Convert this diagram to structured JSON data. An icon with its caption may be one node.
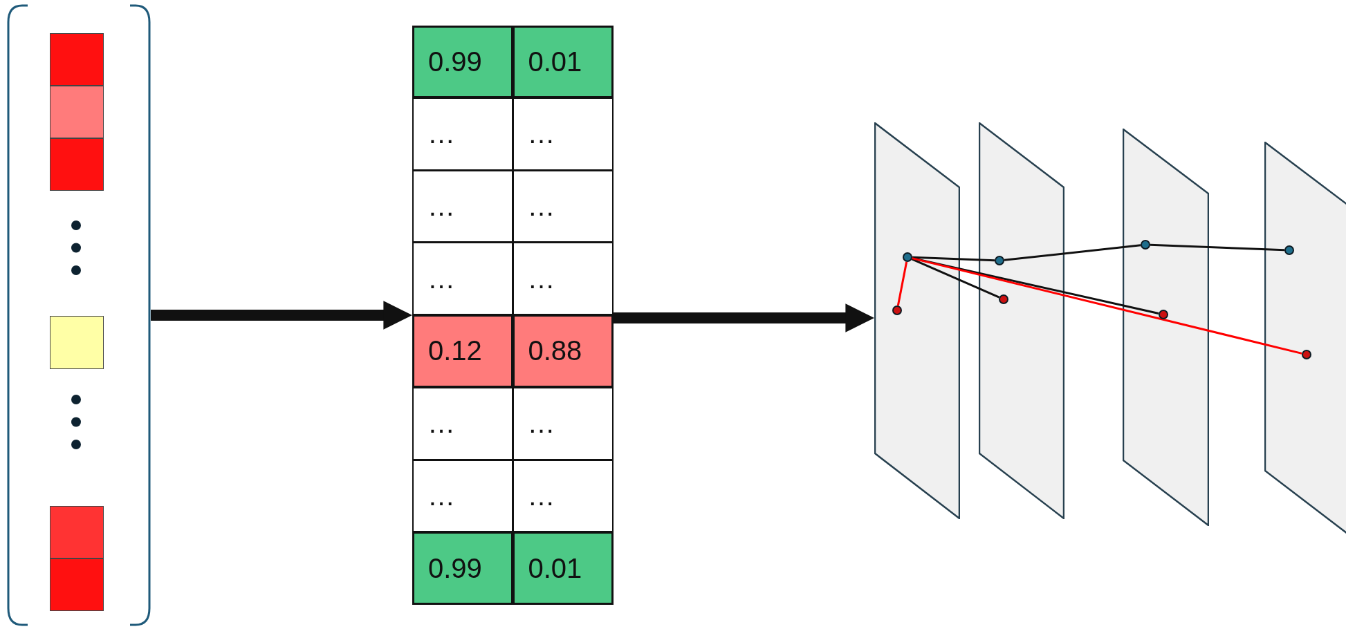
{
  "diagram": {
    "nodes": [
      {
        "text": [],
        "shape": "bar"
      },
      {
        "text": [],
        "shape": "box",
        "in": 0
      },
      {
        "text": [],
        "shape": "box",
        "in": 0
      },
      {
        "text": [],
        "shape": "box",
        "in": 0
      },
      {
        "text": [],
        "shape": "box",
        "in": 0
      },
      {
        "text": [],
        "shape": "box",
        "in": 0
      },
      {
        "text": [],
        "shape": "box",
        "in": 0
      },
      {
        "text": [],
        "shape": "table"
      },
      {
        "text": [],
        "shape": "parallelogram"
      },
      {
        "text": [],
        "shape": "parallelogram"
      },
      {
        "text": [],
        "shape": "parallelogram"
      },
      {
        "text": [],
        "shape": "parallelogram"
      },
      {
        "text": [],
        "shape": "circle",
        "in": 8
      },
      {
        "text": [],
        "shape": "circle",
        "in": 8
      },
      {
        "text": [],
        "shape": "circle",
        "in": 9
      },
      {
        "text": [],
        "shape": "circle",
        "in": 9
      },
      {
        "text": [],
        "shape": "circle",
        "in": 10
      },
      {
        "text": [],
        "shape": "circle",
        "in": 10
      },
      {
        "text": [],
        "shape": "circle",
        "in": 11
      },
      {
        "text": [],
        "shape": "circle",
        "in": 11
      }
    ],
    "edges": [
      {
        "from": 0,
        "to": 7,
        "arrow": "to",
        "style": "thick"
      },
      {
        "from": 7,
        "to": 8,
        "arrow": "to",
        "style": "thick"
      },
      {
        "from": 12,
        "to": 13,
        "arrow": "none",
        "color": "#ff0000"
      },
      {
        "from": 12,
        "to": 14,
        "arrow": "none"
      },
      {
        "from": 14,
        "to": 16,
        "arrow": "none"
      },
      {
        "from": 16,
        "to": 18,
        "arrow": "none"
      },
      {
        "from": 12,
        "to": 15,
        "arrow": "none"
      },
      {
        "from": 12,
        "to": 17,
        "arrow": "none"
      },
      {
        "from": 12,
        "to": 19,
        "arrow": "none",
        "color": "#ff0000"
      }
    ],
    "labels": [
      "0.99",
      "0.01",
      "…",
      "…",
      "…",
      "…",
      "…",
      "…",
      "0.12",
      "0.88",
      "…",
      "…",
      "…",
      "…",
      "0.99",
      "0.01"
    ]
  }
}
